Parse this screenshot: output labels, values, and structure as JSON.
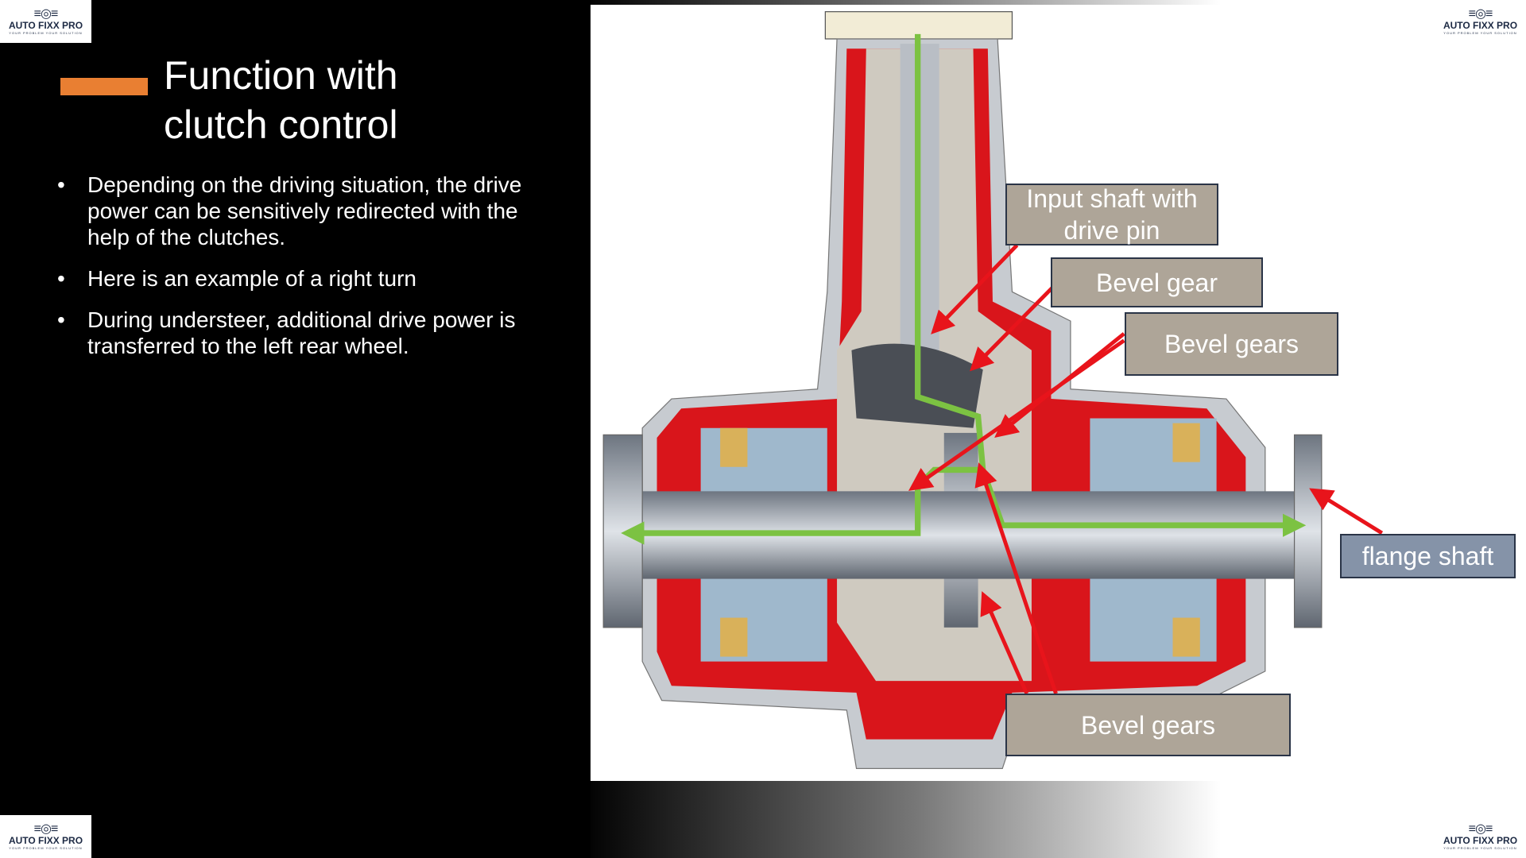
{
  "logo": {
    "name": "AUTO FIXX PRO",
    "tagline": "YOUR PROBLEM YOUR SOLUTION",
    "icon": "steering-wheel-wings-icon"
  },
  "slide": {
    "title": "Function with clutch control",
    "bullets": [
      "Depending on the driving situation, the drive power can be sensitively redirected with the help of the clutches.",
      "Here is an example of a right turn",
      "During understeer, additional drive power is transferred to the left rear wheel."
    ]
  },
  "diagram": {
    "labels": {
      "input_shaft": "Input shaft with drive pin",
      "bevel_gear": "Bevel gear",
      "bevel_gears_top": "Bevel gears",
      "flange_shaft": "flange shaft",
      "bevel_gears_bottom": "Bevel gears"
    },
    "colors": {
      "housing": "#d9151b",
      "power_flow": "#7cc242",
      "pointer": "#e8141b",
      "label_bg": "#aea598",
      "flange_label_bg": "#8593a8"
    }
  }
}
